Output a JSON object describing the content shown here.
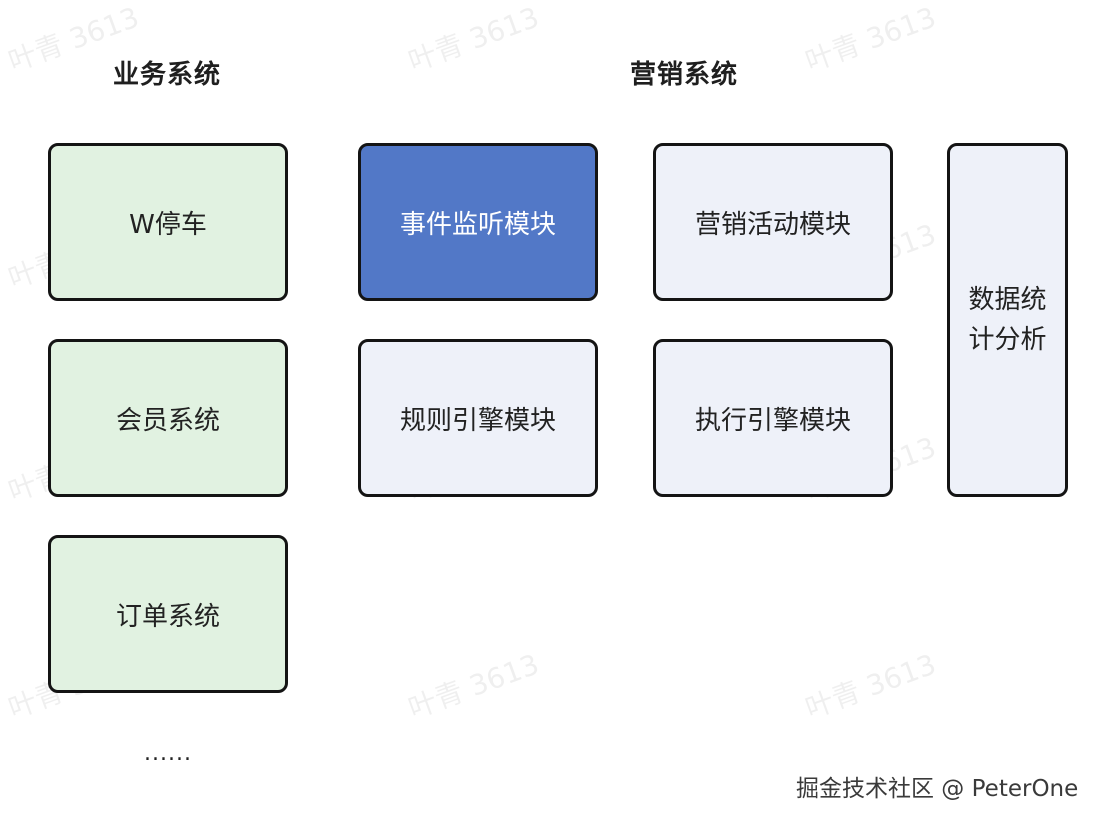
{
  "headings": {
    "business": "业务系统",
    "marketing": "营销系统"
  },
  "business_systems": [
    "W停车",
    "会员系统",
    "订单系统"
  ],
  "business_more": "......",
  "marketing_modules": {
    "event_listener": "事件监听模块",
    "rule_engine": "规则引擎模块",
    "campaign": "营销活动模块",
    "execution_engine": "执行引擎模块",
    "analytics": "数据统计分析"
  },
  "watermark": "叶青 3613",
  "credit": "掘金技术社区 @ PeterOne",
  "colors": {
    "business_fill": "#e1f2e1",
    "module_fill": "#eef1f9",
    "active_fill": "#5278c7",
    "border": "#141414"
  }
}
